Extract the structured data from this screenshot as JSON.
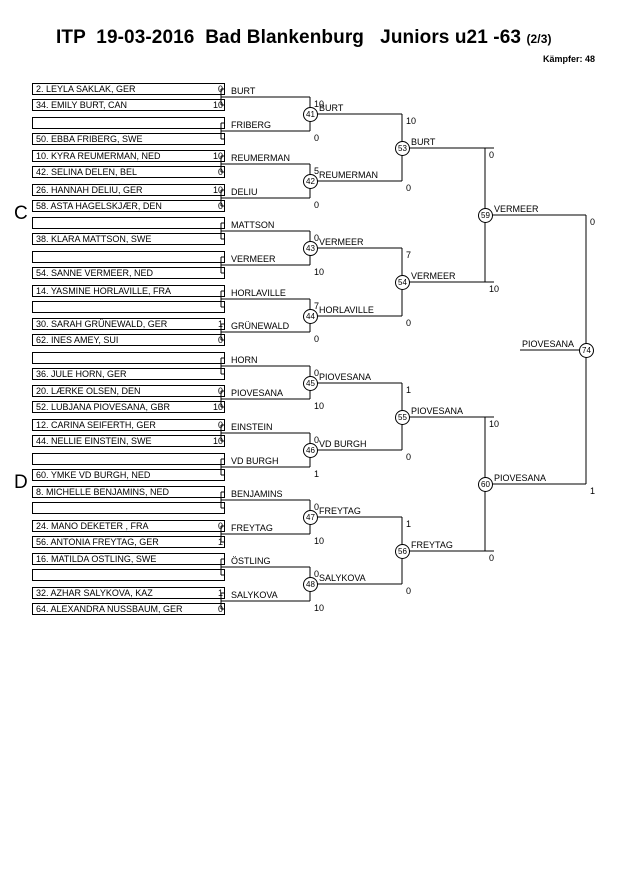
{
  "header": {
    "title": "ITP  19-03-2016  Bad Blankenburg   Juniors u21 -63",
    "part": "(2/3)",
    "kaempfer": "Kämpfer: 48"
  },
  "sections": [
    "C",
    "D"
  ],
  "players": [
    {
      "name": "2. LEYLA SAKLAK, GER",
      "score": "0"
    },
    {
      "name": "34. EMILY BURT, CAN",
      "score": "10"
    },
    {
      "name": "",
      "score": ""
    },
    {
      "name": "50. EBBA FRIBERG, SWE",
      "score": ""
    },
    {
      "name": "10. KYRA REUMERMAN, NED",
      "score": "10"
    },
    {
      "name": "42. SELINA DELEN, BEL",
      "score": "0"
    },
    {
      "name": "26. HANNAH DELIU, GER",
      "score": "10"
    },
    {
      "name": "58. ASTA HAGELSKJÆR, DEN",
      "score": "0"
    },
    {
      "name": "",
      "score": ""
    },
    {
      "name": "38. KLARA MATTSON, SWE",
      "score": ""
    },
    {
      "name": "",
      "score": ""
    },
    {
      "name": "54. SANNE VERMEER, NED",
      "score": ""
    },
    {
      "name": "14. YASMINE HORLAVILLE, FRA",
      "score": ""
    },
    {
      "name": "",
      "score": ""
    },
    {
      "name": "30. SARAH GRÜNEWALD, GER",
      "score": "1"
    },
    {
      "name": "62. INES AMEY, SUI",
      "score": "0"
    },
    {
      "name": "",
      "score": ""
    },
    {
      "name": "36. JULE HORN, GER",
      "score": ""
    },
    {
      "name": "20. LÆRKE OLSEN, DEN",
      "score": "0"
    },
    {
      "name": "52. LUBJANA PIOVESANA, GBR",
      "score": "10"
    },
    {
      "name": "12. CARINA SEIFERTH, GER",
      "score": "0"
    },
    {
      "name": "44. NELLIE EINSTEIN, SWE",
      "score": "10"
    },
    {
      "name": "",
      "score": ""
    },
    {
      "name": "60. YMKE VD BURGH, NED",
      "score": ""
    },
    {
      "name": "8. MICHELLE BENJAMINS, NED",
      "score": ""
    },
    {
      "name": "",
      "score": ""
    },
    {
      "name": "24. MANO DEKETER , FRA",
      "score": "0"
    },
    {
      "name": "56. ANTONIA FREYTAG, GER",
      "score": "1"
    },
    {
      "name": "16. MATILDA OSTLING, SWE",
      "score": ""
    },
    {
      "name": "",
      "score": ""
    },
    {
      "name": "32. AZHAR SALYKOVA, KAZ",
      "score": "1"
    },
    {
      "name": "64. ALEXANDRA NUSSBAUM, GER",
      "score": "0"
    }
  ],
  "round1_winners": [
    "BURT",
    "FRIBERG",
    "REUMERMAN",
    "DELIU",
    "MATTSON",
    "VERMEER",
    "HORLAVILLE",
    "GRÜNEWALD",
    "HORN",
    "PIOVESANA",
    "EINSTEIN",
    "VD BURGH",
    "BENJAMINS",
    "FREYTAG",
    "ÖSTLING",
    "SALYKOVA"
  ],
  "round2": [
    {
      "num": "41",
      "winner": "BURT",
      "top_score": "10",
      "bottom_score": "0"
    },
    {
      "num": "42",
      "winner": "REUMERMAN",
      "top_score": "5",
      "bottom_score": "0"
    },
    {
      "num": "43",
      "winner": "VERMEER",
      "top_score": "0",
      "bottom_score": "10"
    },
    {
      "num": "44",
      "winner": "HORLAVILLE",
      "top_score": "7",
      "bottom_score": "0"
    },
    {
      "num": "45",
      "winner": "PIOVESANA",
      "top_score": "0",
      "bottom_score": "10"
    },
    {
      "num": "46",
      "winner": "VD BURGH",
      "top_score": "0",
      "bottom_score": "1"
    },
    {
      "num": "47",
      "winner": "FREYTAG",
      "top_score": "0",
      "bottom_score": "10"
    },
    {
      "num": "48",
      "winner": "SALYKOVA",
      "top_score": "0",
      "bottom_score": "10"
    }
  ],
  "round3": [
    {
      "num": "53",
      "winner": "BURT",
      "top_score": "10",
      "bottom_score": "0"
    },
    {
      "num": "54",
      "winner": "VERMEER",
      "top_score": "7",
      "bottom_score": "0"
    },
    {
      "num": "55",
      "winner": "PIOVESANA",
      "top_score": "1",
      "bottom_score": "0"
    },
    {
      "num": "56",
      "winner": "FREYTAG",
      "top_score": "1",
      "bottom_score": "0"
    }
  ],
  "round4": [
    {
      "num": "59",
      "winner": "VERMEER",
      "top_score": "0",
      "bottom_score": "10"
    },
    {
      "num": "60",
      "winner": "PIOVESANA",
      "top_score": "10",
      "bottom_score": "0"
    }
  ],
  "final": {
    "num": "74",
    "winner": "PIOVESANA",
    "top_score": "0",
    "bottom_score": "1"
  }
}
